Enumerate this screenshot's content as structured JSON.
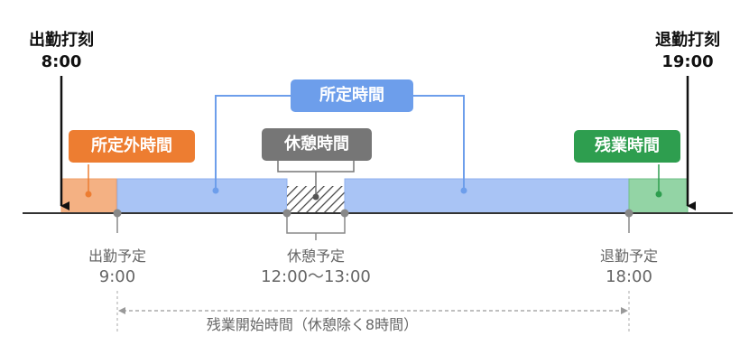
{
  "clock_in": {
    "title": "出勤打刻",
    "time": "8:00"
  },
  "clock_out": {
    "title": "退勤打刻",
    "time": "19:00"
  },
  "badges": {
    "scheduled": "所定時間",
    "outside": "所定外時間",
    "break": "休憩時間",
    "overtime": "残業時間"
  },
  "markers": {
    "start": {
      "title": "出勤予定",
      "time": "9:00"
    },
    "break": {
      "title": "休憩予定",
      "time": "12:00〜13:00"
    },
    "end": {
      "title": "退勤予定",
      "time": "18:00"
    }
  },
  "overtime_start_note": "残業開始時間（休憩除く8時間）",
  "colors": {
    "outside": "#f4b183",
    "outside_badge": "#ed7d31",
    "scheduled": "#a9c4f5",
    "scheduled_badge": "#6d9eeb",
    "break_badge": "#767676",
    "overtime": "#93d4a5",
    "overtime_badge": "#2e9e4f"
  }
}
